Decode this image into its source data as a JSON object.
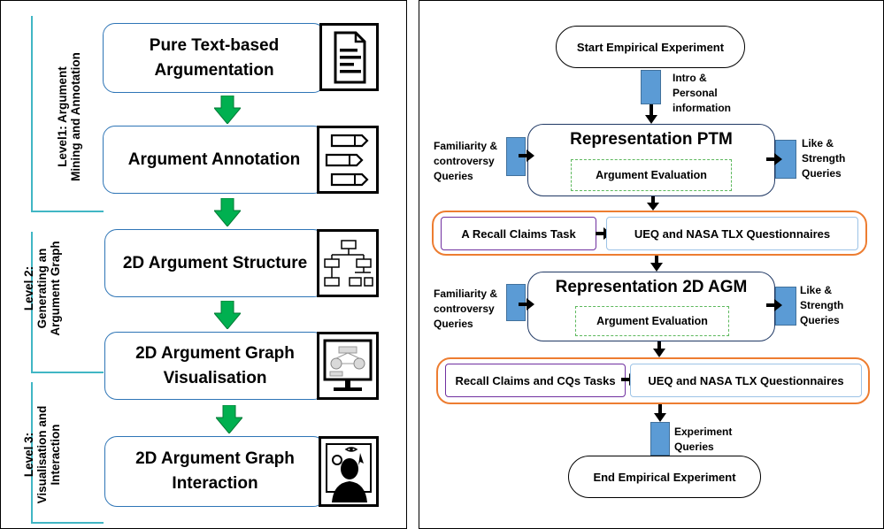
{
  "left_panel": {
    "level1": {
      "label": "Level1: Argument Mining and Annotation",
      "line1": "Level1: Argument",
      "line2": "Mining and Annotation"
    },
    "level2": {
      "label": "Level 2: Generating an Argument Graph",
      "line1": "Level 2:",
      "line2": "Generating an",
      "line3": "Argument Graph"
    },
    "level3": {
      "label": "Level 3: Visualisation and Interaction",
      "line1": "Level 3:",
      "line2": "Visualisation and",
      "line3": "Interaction"
    },
    "steps": [
      {
        "line1": "Pure Text-based",
        "line2": "Argumentation",
        "icon": "document-icon"
      },
      {
        "line1": "Argument Annotation",
        "line2": "",
        "icon": "annotation-tags-icon"
      },
      {
        "line1": "2D Argument Structure",
        "line2": "",
        "icon": "hierarchy-icon"
      },
      {
        "line1": "2D Argument Graph",
        "line2": "Visualisation",
        "icon": "graph-monitor-icon"
      },
      {
        "line1": "2D Argument Graph",
        "line2": "Interaction",
        "icon": "user-interaction-icon"
      }
    ],
    "colors": {
      "box_border": "#2e75b6",
      "arrow": "#00b050",
      "level_line": "#41b6c4"
    }
  },
  "right_panel": {
    "start": "Start Empirical Experiment",
    "intro": {
      "line1": "Intro &",
      "line2": "Personal",
      "line3": "information"
    },
    "ptm": {
      "title": "Representation PTM",
      "eval": "Argument Evaluation",
      "left_note": {
        "line1": "Familiarity &",
        "line2": "controversy",
        "line3": "Queries"
      },
      "right_note": {
        "line1": "Like &",
        "line2": "Strength",
        "line3": "Queries"
      }
    },
    "group1": {
      "left": "A Recall Claims Task",
      "right": "UEQ and NASA TLX Questionnaires"
    },
    "agm": {
      "title": "Representation 2D AGM",
      "eval": "Argument Evaluation",
      "left_note": {
        "line1": "Familiarity &",
        "line2": "controversy",
        "line3": "Queries"
      },
      "right_note": {
        "line1": "Like &",
        "line2": "Strength",
        "line3": "Queries"
      }
    },
    "group2": {
      "left": "Recall Claims and CQs Tasks",
      "right": "UEQ and NASA TLX Questionnaires"
    },
    "experiment": {
      "line1": "Experiment",
      "line2": "Queries"
    },
    "end": "End Empirical Experiment",
    "colors": {
      "group_border": "#ed7d31",
      "purple": "#7030a0",
      "light_blue": "#9dc3e6",
      "dashed": "#5cb85c",
      "bar": "#5b9bd5"
    }
  }
}
